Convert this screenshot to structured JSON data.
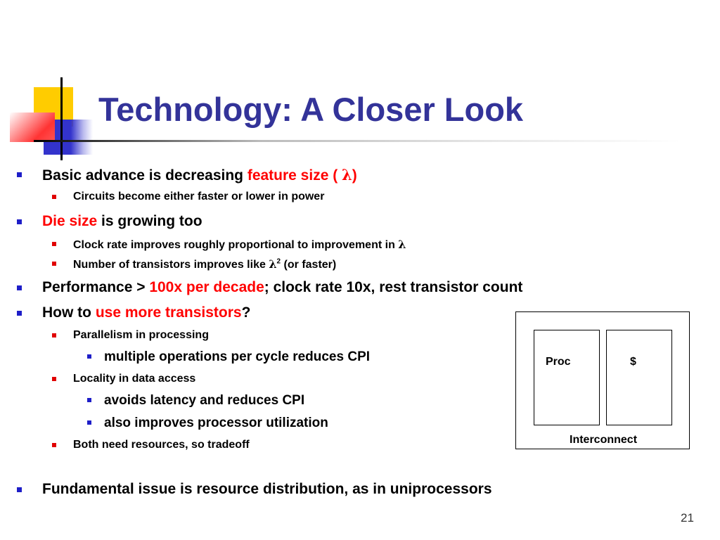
{
  "slide": {
    "title": "Technology: A Closer Look",
    "page_number": "21",
    "accent_colors": {
      "title": "#333399",
      "highlight": "#ff0000",
      "bullet_primary": "#1e1ec8",
      "bullet_secondary": "#e00000"
    }
  },
  "bullets": {
    "b1": {
      "pre": "Basic advance is decreasing ",
      "red": "feature size ( ",
      "lambda": "λ",
      "red_end": ")"
    },
    "b1_1": {
      "text": "Circuits become either faster or lower in power"
    },
    "b2": {
      "red": "Die size",
      "post": " is growing too"
    },
    "b2_1": {
      "pre": "Clock rate improves roughly proportional to improvement in ",
      "lambda": "λ"
    },
    "b2_2": {
      "pre": "Number of transistors improves like ",
      "lambda": "λ",
      "sup": "2",
      "box": "",
      "post": "(or faster)"
    },
    "b3": {
      "pre": "Performance > ",
      "red": "100x per decade",
      "post": "; clock rate 10x, rest transistor count"
    },
    "b4": {
      "pre": "How to ",
      "red": "use more transistors",
      "post": "?"
    },
    "b4_1": {
      "text": "Parallelism in processing"
    },
    "b4_1_1": {
      "text": "multiple operations per cycle reduces CPI"
    },
    "b4_2": {
      "text": "Locality in data access"
    },
    "b4_2_1": {
      "text": "avoids latency and reduces CPI"
    },
    "b4_2_2": {
      "text": "also improves processor utilization"
    },
    "b4_3": {
      "text": "Both need resources, so tradeoff"
    },
    "b5": {
      "text": "Fundamental issue is resource distribution, as in uniprocessors"
    }
  },
  "diagram": {
    "proc_label": "Proc",
    "cache_label": "$",
    "interconnect_label": "Interconnect"
  }
}
